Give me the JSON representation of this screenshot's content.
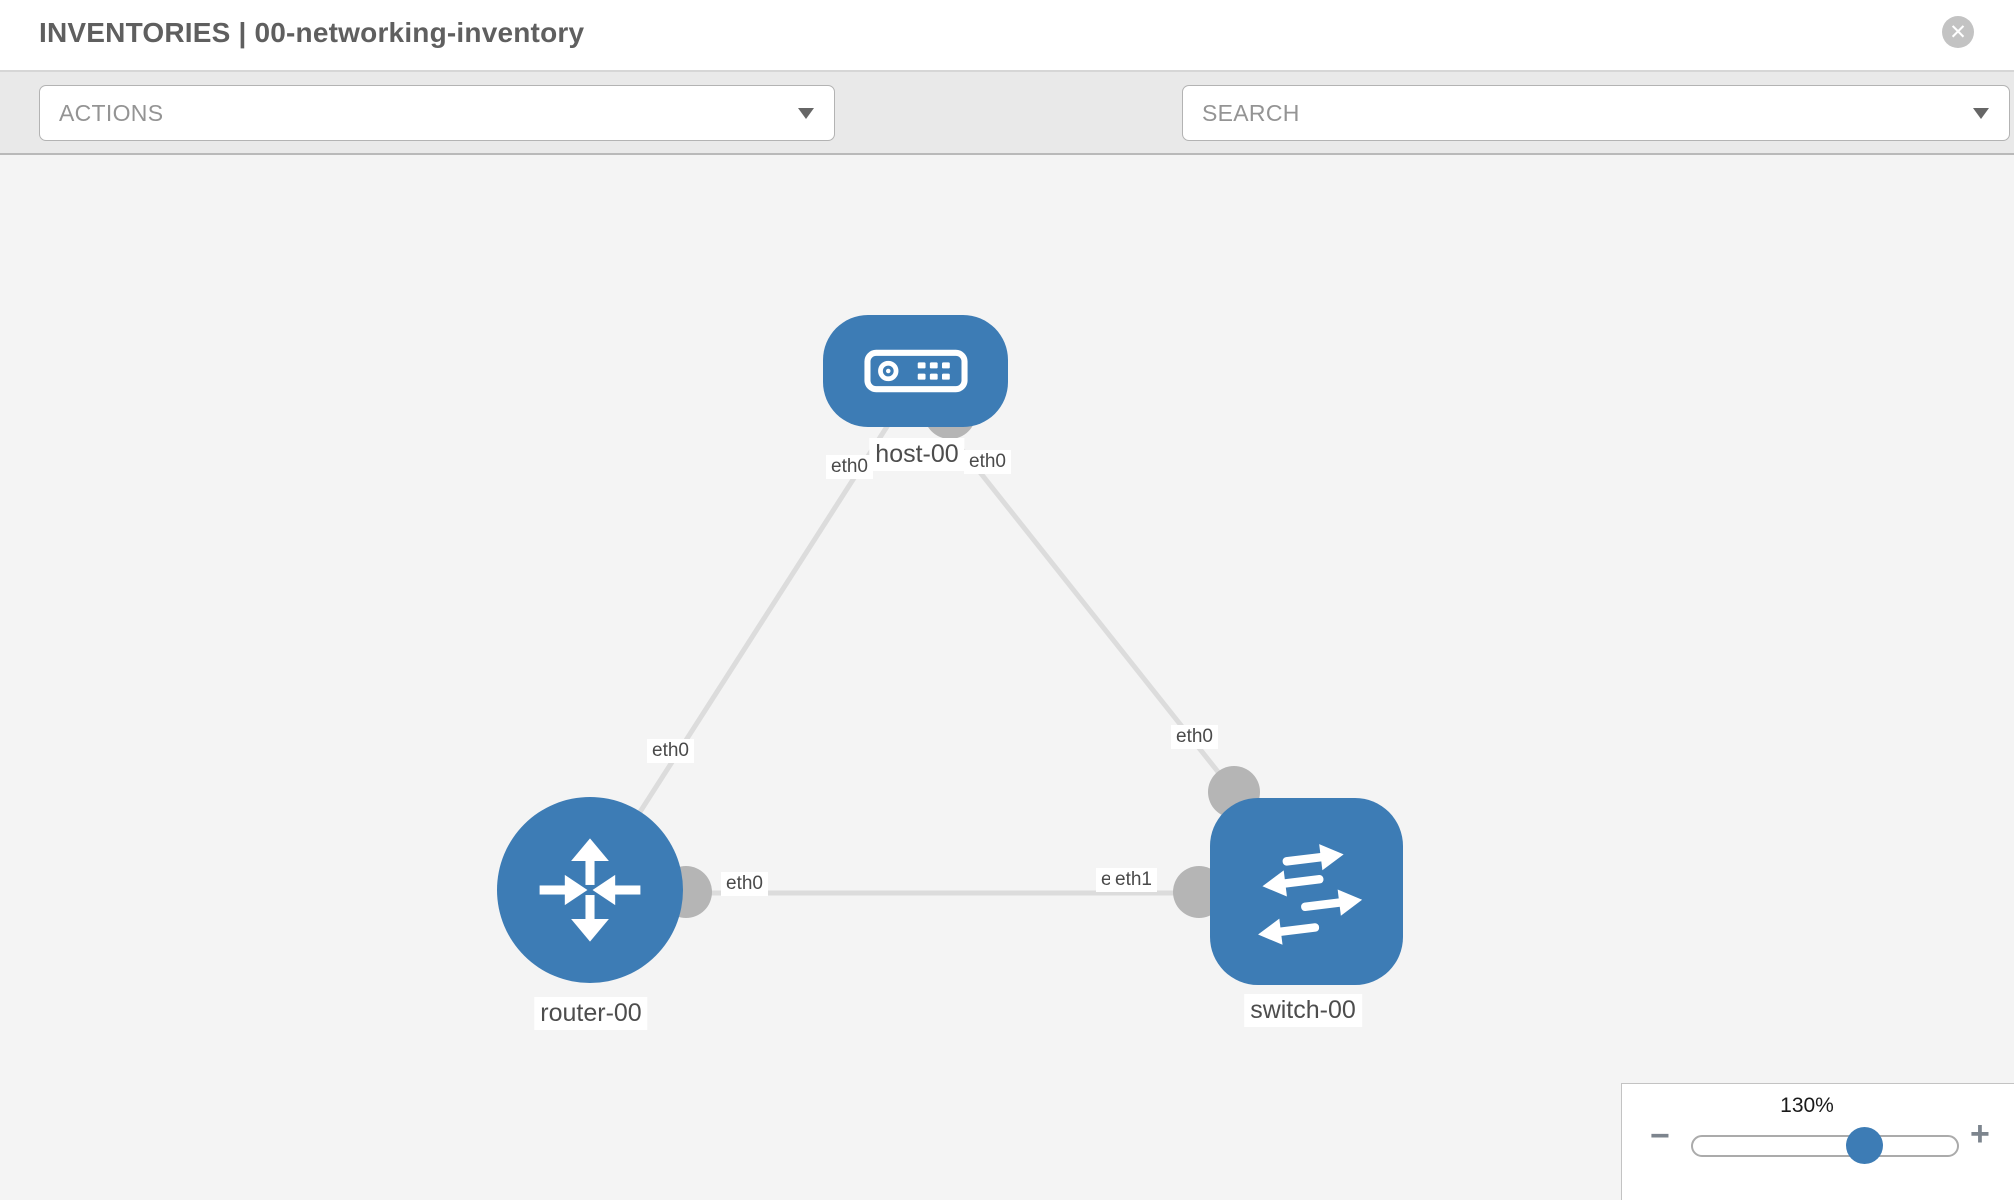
{
  "header": {
    "title": "INVENTORIES | 00-networking-inventory",
    "close_glyph": "✕"
  },
  "toolbar": {
    "actions_label": "ACTIONS",
    "search_label": "SEARCH",
    "icons": [
      "wrench-icon",
      "key-icon"
    ]
  },
  "topology": {
    "nodes": [
      {
        "id": "host-00",
        "type": "host",
        "label": "host-00"
      },
      {
        "id": "router-00",
        "type": "router",
        "label": "router-00"
      },
      {
        "id": "switch-00",
        "type": "switch",
        "label": "switch-00"
      }
    ],
    "links": [
      {
        "from": "host-00",
        "to": "router-00",
        "from_if": "eth0",
        "to_if": "eth0"
      },
      {
        "from": "host-00",
        "to": "switch-00",
        "from_if": "eth0",
        "to_if": "eth0"
      },
      {
        "from": "router-00",
        "to": "switch-00",
        "from_if": "eth0",
        "to_if": "eth1"
      }
    ],
    "iface_labels": {
      "host_left": "eth0",
      "host_right": "eth0",
      "link_left_mid": "eth0",
      "link_right_mid": "eth0",
      "router_port": "eth0",
      "switch_port_hidden": "eth0",
      "switch_port": "eth1"
    }
  },
  "zoom_control": {
    "level": "130%",
    "minus_glyph": "−",
    "plus_glyph": "+"
  },
  "colors": {
    "node_blue": "#3d7cb5",
    "link_gray": "#dcdcdc",
    "endpoint_gray": "#b5b5b5",
    "toolbar_gray": "#e9e9e9",
    "canvas_gray": "#f4f4f4"
  }
}
